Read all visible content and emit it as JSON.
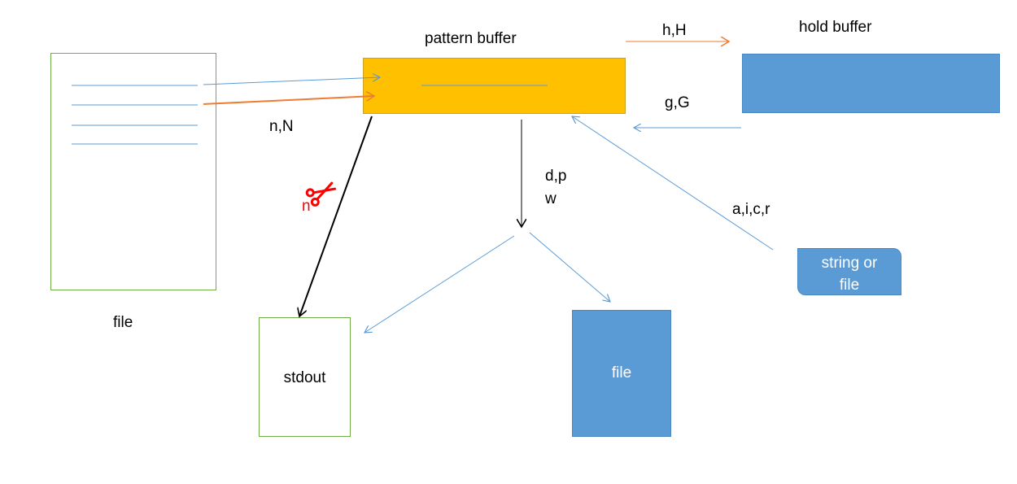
{
  "colors": {
    "blue_line": "#5b9bd5",
    "orange_line": "#ed7d31",
    "pattern_buffer_fill": "#ffc000",
    "blue_fill": "#5b9bd5",
    "green_outline": "#70ad47",
    "scissors_red": "#ff0000",
    "black_arrow": "#000000"
  },
  "labels": {
    "pattern_buffer": "pattern buffer",
    "hold_buffer": "hold buffer",
    "h_H": "h,H",
    "g_G": "g,G",
    "n_N": "n,N",
    "d_p": "d,p",
    "w": "w",
    "a_i_c_r": "a,i,c,r",
    "input_file": "file",
    "stdout": "stdout",
    "output_file": "file",
    "string_or_file": "string or file",
    "scissors_n": "n"
  },
  "icons": {
    "scissors": "scissors-icon"
  }
}
